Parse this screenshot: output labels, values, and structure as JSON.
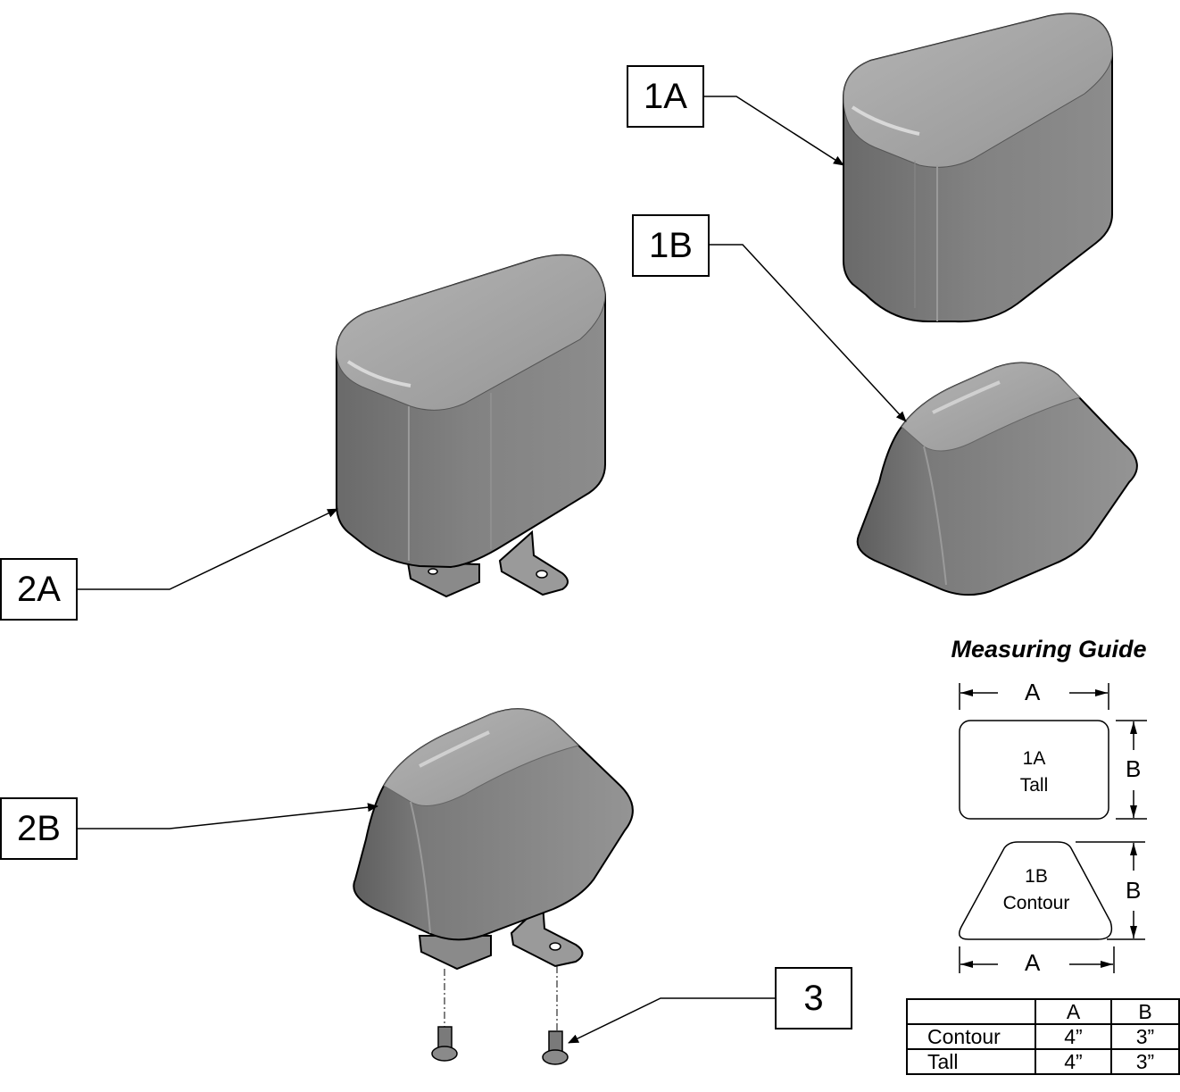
{
  "callouts": {
    "c1a": "1A",
    "c1b": "1B",
    "c2a": "2A",
    "c2b": "2B",
    "c3": "3"
  },
  "guide": {
    "title": "Measuring Guide",
    "dim_a": "A",
    "dim_b": "B",
    "tall_shape": {
      "code": "1A",
      "name": "Tall"
    },
    "contour_shape": {
      "code": "1B",
      "name": "Contour"
    }
  },
  "size_table": {
    "headers": [
      "",
      "A",
      "B"
    ],
    "rows": [
      {
        "name": "Contour",
        "a": "4”",
        "b": "3”"
      },
      {
        "name": "Tall",
        "a": "4”",
        "b": "3”"
      }
    ]
  },
  "colors": {
    "pad_light": "#a0a0a0",
    "pad_mid": "#8a8a8a",
    "pad_dark": "#6e6e6e",
    "outline": "#000000"
  }
}
